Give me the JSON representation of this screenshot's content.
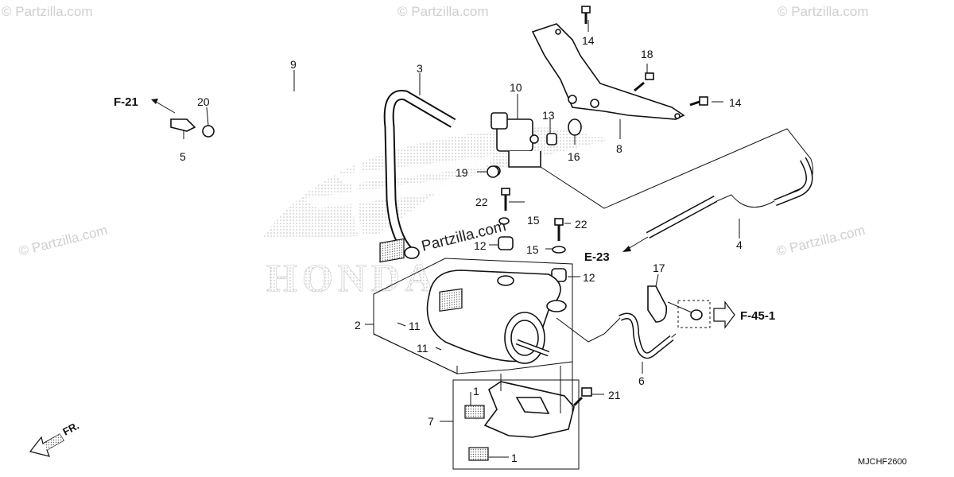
{
  "watermarks": [
    "© Partzilla.com",
    "© Partzilla.com",
    "© Partzilla.com",
    "© Partzilla.com",
    "© Partzilla.com",
    "Partzilla.com"
  ],
  "background_logo_text": "HONDA",
  "callouts": {
    "c1a": "1",
    "c1b": "1",
    "c2": "2",
    "c3": "3",
    "c4": "4",
    "c5": "5",
    "c6": "6",
    "c7": "7",
    "c8": "8",
    "c9": "9",
    "c10": "10",
    "c11a": "11",
    "c11b": "11",
    "c12a": "12",
    "c12b": "12",
    "c13": "13",
    "c14a": "14",
    "c14b": "14",
    "c15a": "15",
    "c15b": "15",
    "c16": "16",
    "c17": "17",
    "c18": "18",
    "c19": "19",
    "c20": "20",
    "c21": "21",
    "c22a": "22",
    "c22b": "22"
  },
  "references": {
    "f21": "F-21",
    "e23": "E-23",
    "f451": "F-45-1"
  },
  "direction_label": "FR.",
  "diagram_code": "MJCHF2600"
}
